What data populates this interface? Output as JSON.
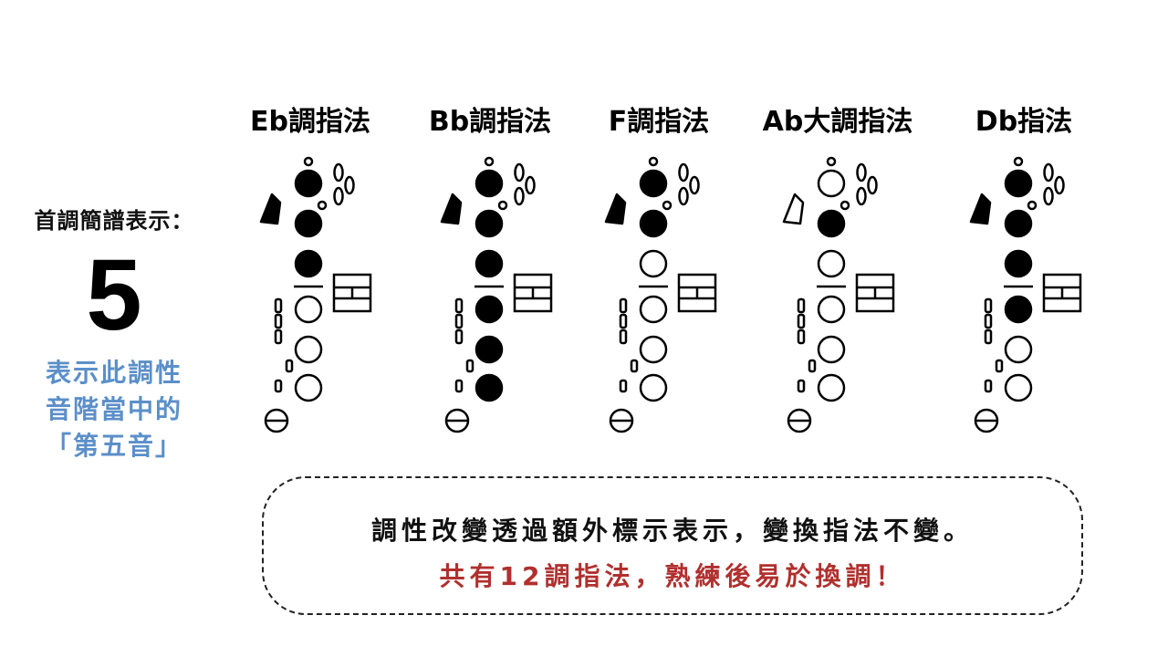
{
  "left_panel": {
    "heading": "首調簡譜表示：",
    "number": "5",
    "note_lines": [
      "表示此調性",
      "音階當中的",
      "「第五音」"
    ]
  },
  "colors": {
    "ink": "#000000",
    "note_blue": "#5b8fc9",
    "highlight_red": "#b0302e"
  },
  "fingerings": [
    {
      "title": "Eb調指法",
      "octave_key": "filled",
      "top_keys": [
        "filled",
        "filled",
        "filled"
      ],
      "bottom_keys": [
        "open",
        "open",
        "open"
      ]
    },
    {
      "title": "Bb調指法",
      "octave_key": "filled",
      "top_keys": [
        "filled",
        "filled",
        "filled"
      ],
      "bottom_keys": [
        "filled",
        "filled",
        "filled"
      ]
    },
    {
      "title": "F調指法",
      "octave_key": "filled",
      "top_keys": [
        "filled",
        "filled",
        "open"
      ],
      "bottom_keys": [
        "open",
        "open",
        "open"
      ]
    },
    {
      "title": "Ab大調指法",
      "octave_key": "open",
      "top_keys": [
        "open",
        "filled",
        "open"
      ],
      "bottom_keys": [
        "open",
        "open",
        "open"
      ]
    },
    {
      "title": "Db指法",
      "octave_key": "filled",
      "top_keys": [
        "filled",
        "filled",
        "filled"
      ],
      "bottom_keys": [
        "filled",
        "open",
        "open"
      ]
    }
  ],
  "callout": {
    "line1": "調性改變透過額外標示表示，變換指法不變。",
    "line2": "共有12調指法，熟練後易於換調！"
  }
}
